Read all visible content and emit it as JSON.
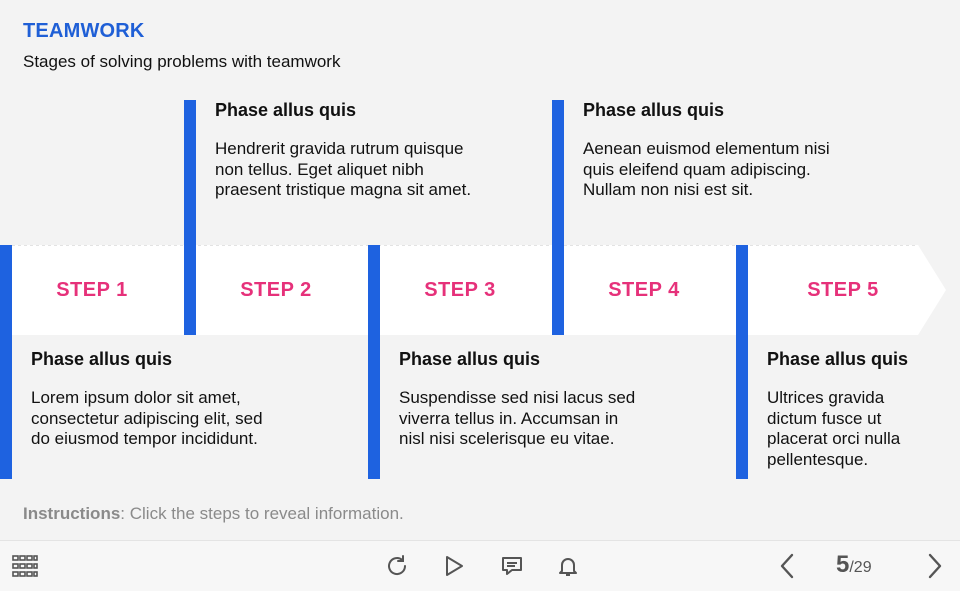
{
  "header": {
    "title": "TEAMWORK",
    "subtitle": "Stages of solving problems with teamwork"
  },
  "steps": [
    {
      "label": "STEP 1",
      "heading": "Phase allus quis",
      "body": "Lorem ipsum dolor sit amet,\nconsectetur adipiscing elit, sed\ndo eiusmod tempor incididunt."
    },
    {
      "label": "STEP 2",
      "heading": "Phase allus quis",
      "body": "Hendrerit gravida rutrum quisque\nnon tellus. Eget aliquet nibh\npraesent tristique magna sit amet."
    },
    {
      "label": "STEP 3",
      "heading": "Phase allus quis",
      "body": "Suspendisse sed nisi lacus sed\nviverra tellus in. Accumsan in\nnisl nisi scelerisque eu vitae."
    },
    {
      "label": "STEP 4",
      "heading": "Phase allus quis",
      "body": "Aenean euismod elementum nisi\nquis eleifend quam adipiscing.\nNullam non nisi est sit."
    },
    {
      "label": "STEP 5",
      "heading": "Phase allus quis",
      "body": "Ultrices gravida\ndictum fusce ut\nplacerat orci nulla\npellentesque."
    }
  ],
  "instructions": {
    "label": "Instructions",
    "text": ": Click the steps to reveal information."
  },
  "toolbar": {
    "icons": [
      "grid-menu-icon",
      "replay-icon",
      "play-icon",
      "comment-icon",
      "bell-icon",
      "prev-arrow-icon",
      "next-arrow-icon"
    ],
    "page_current": "5",
    "page_total": "/29"
  },
  "colors": {
    "accent_blue": "#1e62e0",
    "title_blue": "#1f5fd6",
    "step_pink": "#e6317a",
    "background": "#f3f3f3"
  }
}
